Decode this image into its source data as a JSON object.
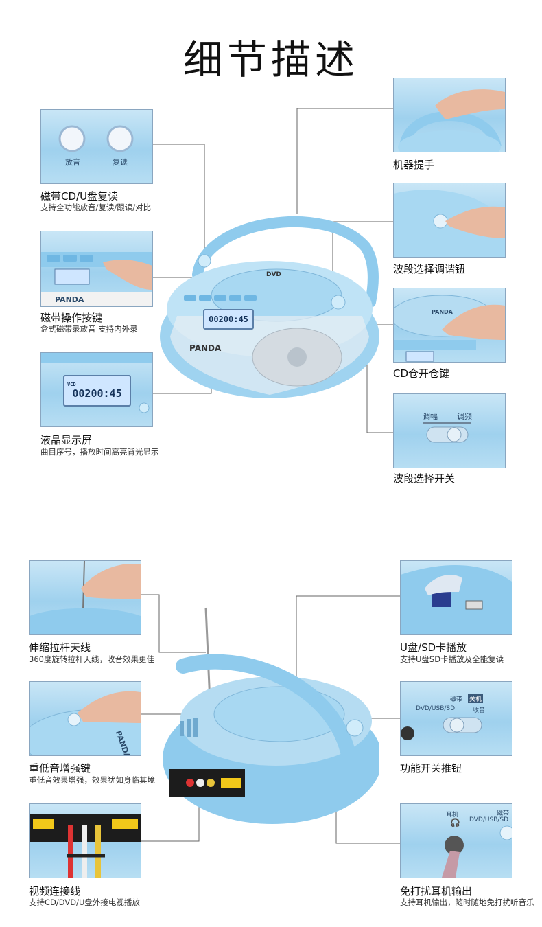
{
  "title": "细节描述",
  "brand": "PANDA",
  "cd_mark": "DVD",
  "lcd_value": "00200:45",
  "lcd_small": "VCD",
  "top_features": [
    {
      "caption": "磁带CD/U盘复读",
      "subtitle": "支持全功能放音/复读/跟读/对比",
      "buttons": [
        "放音",
        "复读"
      ]
    },
    {
      "caption": "磁带操作按键",
      "subtitle": "盒式磁带录放音 支持内外录"
    },
    {
      "caption": "液晶显示屏",
      "subtitle": "曲目序号，播放时间高亮背光显示"
    },
    {
      "caption": "机器提手",
      "subtitle": ""
    },
    {
      "caption": "波段选择调谐钮",
      "subtitle": ""
    },
    {
      "caption": "CD仓开仓键",
      "subtitle": ""
    },
    {
      "caption": "波段选择开关",
      "subtitle": "",
      "labels": [
        "调幅",
        "调频"
      ]
    }
  ],
  "bottom_features": [
    {
      "caption": "伸缩拉杆天线",
      "subtitle": "360度旋转拉杆天线，收音效果更佳"
    },
    {
      "caption": "重低音增强键",
      "subtitle": "重低音效果增强，效果犹如身临其境"
    },
    {
      "caption": "视频连接线",
      "subtitle": "支持CD/DVD/U盘外接电视播放"
    },
    {
      "caption": "U盘/SD卡播放",
      "subtitle": "支持U盘SD卡播放及全能复读"
    },
    {
      "caption": "功能开关推钮",
      "subtitle": "",
      "labels": [
        "磁带",
        "关机",
        "DVD/USB/SD",
        "收音"
      ]
    },
    {
      "caption": "免打扰耳机输出",
      "subtitle": "支持耳机输出，随时随地免打扰听音乐",
      "labels": [
        "耳机",
        "磁带",
        "DVD/USB/SD"
      ]
    }
  ],
  "colors": {
    "body_blue": "#8fcbed",
    "light_blue": "#c7e6f7",
    "line": "#555555"
  }
}
